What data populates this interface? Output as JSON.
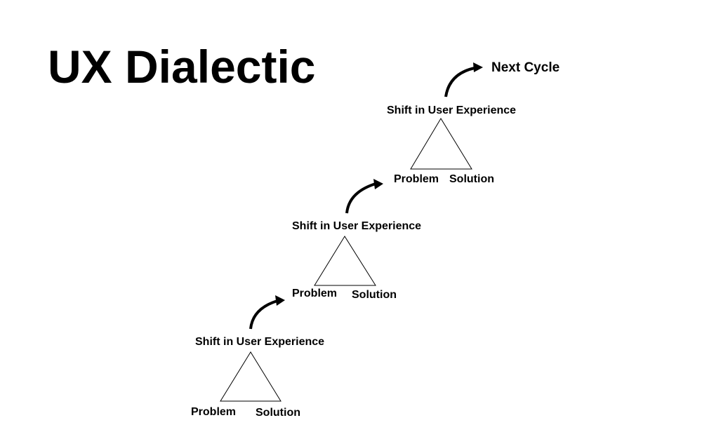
{
  "title": "UX Dialectic",
  "cycles": [
    {
      "apex_label": "Shift in User Experience",
      "left_label": "Problem",
      "right_label": "Solution"
    },
    {
      "apex_label": "Shift in User Experience",
      "left_label": "Problem",
      "right_label": "Solution"
    },
    {
      "apex_label": "Shift in User Experience",
      "left_label": "Problem",
      "right_label": "Solution"
    }
  ],
  "next_label": "Next Cycle",
  "colors": {
    "stroke": "#000000",
    "background": "#ffffff"
  }
}
